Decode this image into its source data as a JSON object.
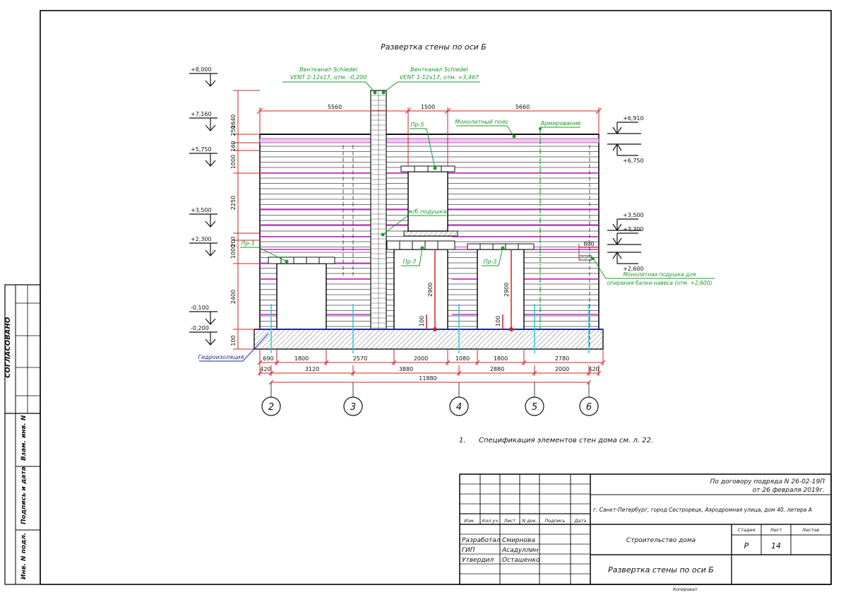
{
  "drawing": {
    "title": "Развертка стены по оси Б",
    "vent_right": {
      "line1": "Вентканал Schiedel",
      "line2": "VENT 1-12х17, отм. +3,467"
    },
    "vent_left": {
      "line1": "Вентканал Schiedel",
      "line2": "VENT 2-12х17, отм. -0,200"
    },
    "note_pr5": "Пр-5",
    "note_pr3_left": "Пр-3",
    "note_pr7": "Пр-7",
    "note_pr3_right": "Пр-3",
    "note_monolith_belt": "Монолитный пояс",
    "note_reinforcement": "Армирование",
    "note_rc_lintel": "ж/б подушка",
    "note_waterproofing": "Гидроизоляция",
    "note_support": {
      "line1": "Монолитная подушка для",
      "line2": "опирания балки навеса (отм. +2,600)"
    },
    "levels_left": [
      "+8,000",
      "+7,160",
      "+5,750",
      "+3,500",
      "+2,300",
      "-0,100",
      "-0,200"
    ],
    "levels_right": [
      "+6,910",
      "+6,750",
      "+3,500",
      "+3,300",
      "+2,600"
    ],
    "vertical_dims_left": [
      "1640",
      "250",
      "160",
      "1000",
      "2250",
      "200",
      "1000",
      "2400",
      "100"
    ],
    "opening_heights": [
      "2900",
      "2900",
      "100",
      "100"
    ],
    "top_dims": [
      "5560",
      "1500",
      "5660"
    ],
    "right_dim": "800",
    "bottom_dims_row1": [
      "690",
      "1800",
      "2570",
      "2000",
      "1080",
      "1800",
      "2780"
    ],
    "bottom_dims_row2": [
      "420",
      "3120",
      "3880",
      "2880",
      "2000",
      "420"
    ],
    "total_dim": "11880",
    "axes": [
      "2",
      "3",
      "4",
      "5",
      "6"
    ],
    "spec_note_number": "1.",
    "spec_note": "Спецификация элементов стен дома см. л. 22."
  },
  "side_stamp": {
    "agreed": "СОГЛАСОВАНО",
    "inv_replace": "Взам. инв. N",
    "signature_date": "Подпись и дата",
    "inv_original": "Инв. N подл."
  },
  "title_block": {
    "contract_line1": "По договору подряда N 26-02-19П",
    "contract_line2": "от 26 февраля 2019г.",
    "address": "г. Санкт-Петербург, город Сестрорецк, Аэродромная улица, дом 40, литера А",
    "header_cols": [
      "Изм.",
      "Кол.уч",
      "Лист",
      "N док.",
      "Подпись",
      "Дата"
    ],
    "people": [
      {
        "role": "Разработал",
        "name": "Смирнова"
      },
      {
        "role": "ГИП",
        "name": "Асадуллин"
      },
      {
        "role": "Утвердил",
        "name": "Осташенко"
      }
    ],
    "object_name": "Строительство дома",
    "stage_label": "Стадия",
    "sheet_label": "Лист",
    "sheets_label": "Листов",
    "stage_value": "Р",
    "sheet_value": "14",
    "sheet_name": "Развертка стены по оси Б",
    "copied": "Копировал"
  },
  "colors": {
    "red": "#d42020",
    "green": "#1a9a2a",
    "magenta": "#d020d0",
    "cyan": "#20c8d8",
    "blue": "#1a2a9a"
  }
}
